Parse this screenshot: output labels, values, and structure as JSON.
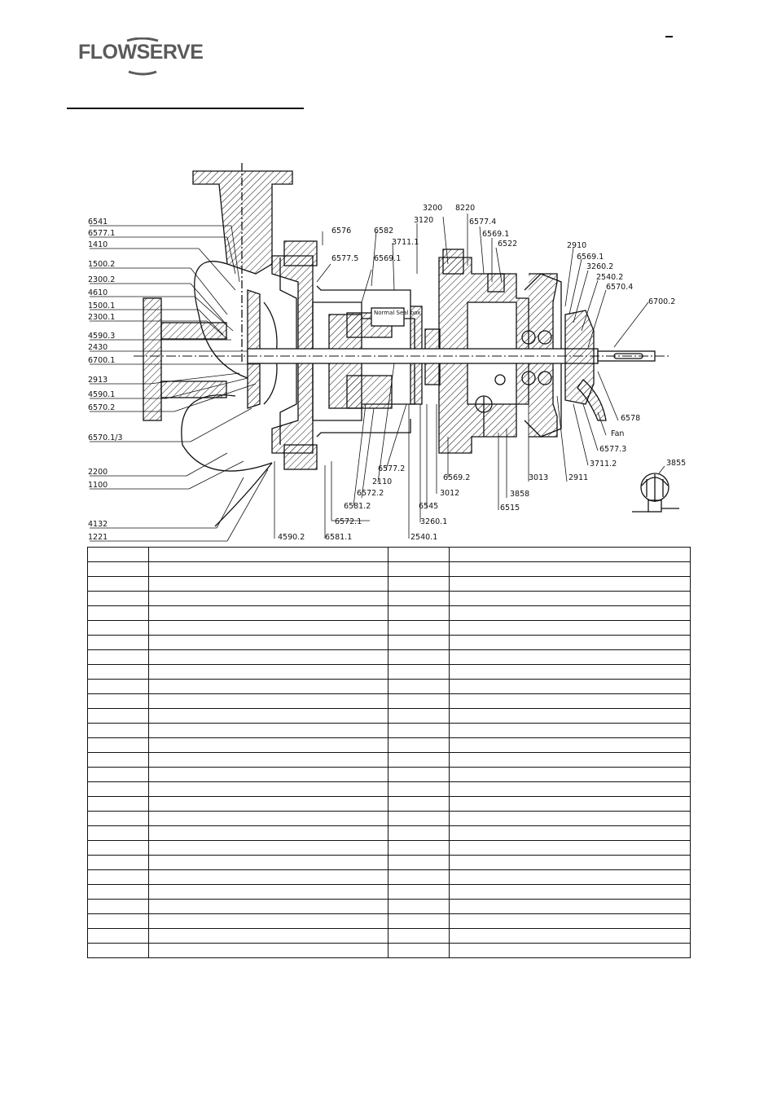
{
  "header": {
    "brand": "FLOWSERVE",
    "logo_icon": "flowserve-swoosh-logo",
    "page_mark": "–"
  },
  "drawing": {
    "labels_left": [
      "6541",
      "6577.1",
      "1410",
      "1500.2",
      "2300.2",
      "4610",
      "1500.1",
      "2300.1",
      "4590.3",
      "2430",
      "6700.1",
      "2913",
      "4590.1",
      "6570.2",
      "6570.1/3",
      "2200",
      "1100",
      "4132",
      "1221"
    ],
    "labels_top": [
      "3200",
      "8220",
      "3120",
      "6576",
      "6582",
      "3711.1",
      "6577.4",
      "6569.1",
      "6522",
      "6577.5",
      "6569.1",
      "2910",
      "6569.1",
      "3260.2",
      "2540.2",
      "6570.4",
      "6700.2"
    ],
    "labels_bottom": [
      "4590.2",
      "6581.1",
      "6572.1",
      "6581.2",
      "6572.2",
      "2110",
      "6577.2",
      "3260.1",
      "2540.1",
      "6545",
      "3012",
      "6569.2",
      "6515",
      "3858",
      "3013",
      "2911",
      "3711.2",
      "6577.3",
      "Fan",
      "6578",
      "3855"
    ],
    "seal_box_label": "Normal Seal box"
  },
  "parts_table": {
    "rows": [
      [
        "",
        "",
        "",
        ""
      ],
      [
        "",
        "",
        "",
        ""
      ],
      [
        "",
        "",
        "",
        ""
      ],
      [
        "",
        "",
        "",
        ""
      ],
      [
        "",
        "",
        "",
        ""
      ],
      [
        "",
        "",
        "",
        ""
      ],
      [
        "",
        "",
        "",
        ""
      ],
      [
        "",
        "",
        "",
        ""
      ],
      [
        "",
        "",
        "",
        ""
      ],
      [
        "",
        "",
        "",
        ""
      ],
      [
        "",
        "",
        "",
        ""
      ],
      [
        "",
        "",
        "",
        ""
      ],
      [
        "",
        "",
        "",
        ""
      ],
      [
        "",
        "",
        "",
        ""
      ],
      [
        "",
        "",
        "",
        ""
      ],
      [
        "",
        "",
        "",
        ""
      ],
      [
        "",
        "",
        "",
        ""
      ],
      [
        "",
        "",
        "",
        ""
      ],
      [
        "",
        "",
        "",
        ""
      ],
      [
        "",
        "",
        "",
        ""
      ],
      [
        "",
        "",
        "",
        ""
      ],
      [
        "",
        "",
        "",
        ""
      ],
      [
        "",
        "",
        "",
        ""
      ],
      [
        "",
        "",
        "",
        ""
      ],
      [
        "",
        "",
        "",
        ""
      ],
      [
        "",
        "",
        "",
        ""
      ],
      [
        "",
        "",
        "",
        ""
      ],
      [
        "",
        "",
        "",
        ""
      ]
    ]
  }
}
